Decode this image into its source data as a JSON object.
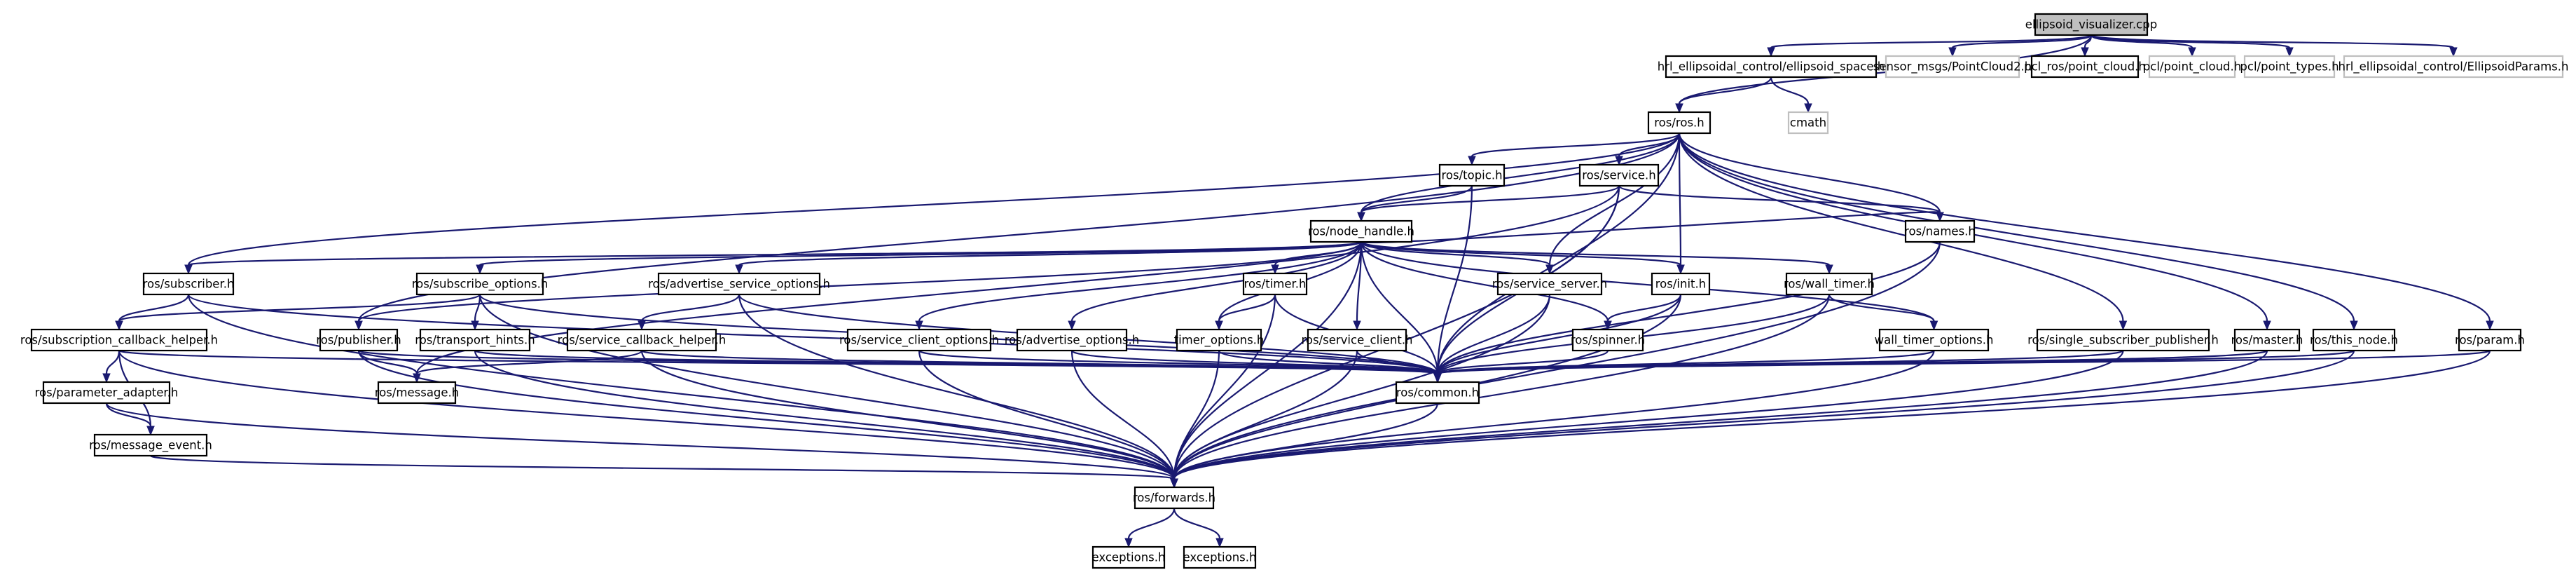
{
  "nodes": [
    {
      "id": "ellipsoid_visualizer",
      "label": "ellipsoid_visualizer.cpp",
      "style": "root"
    },
    {
      "id": "hrl_ellipsoid_space",
      "label": "hrl_ellipsoidal_control/ellipsoid_space.h",
      "style": "normal"
    },
    {
      "id": "sensor_pointcloud2",
      "label": "sensor_msgs/PointCloud2.h",
      "style": "gray"
    },
    {
      "id": "pcl_ros_point_cloud",
      "label": "pcl_ros/point_cloud.h",
      "style": "normal"
    },
    {
      "id": "pcl_point_cloud",
      "label": "pcl/point_cloud.h",
      "style": "gray"
    },
    {
      "id": "pcl_point_types",
      "label": "pcl/point_types.h",
      "style": "gray"
    },
    {
      "id": "ellipsoid_params",
      "label": "hrl_ellipsoidal_control/EllipsoidParams.h",
      "style": "gray"
    },
    {
      "id": "ros_ros",
      "label": "ros/ros.h",
      "style": "normal"
    },
    {
      "id": "cmath",
      "label": "cmath",
      "style": "gray"
    },
    {
      "id": "ros_topic",
      "label": "ros/topic.h",
      "style": "normal"
    },
    {
      "id": "ros_service",
      "label": "ros/service.h",
      "style": "normal"
    },
    {
      "id": "ros_node_handle",
      "label": "ros/node_handle.h",
      "style": "normal"
    },
    {
      "id": "ros_names",
      "label": "ros/names.h",
      "style": "normal"
    },
    {
      "id": "ros_subscriber",
      "label": "ros/subscriber.h",
      "style": "normal"
    },
    {
      "id": "ros_subscribe_options",
      "label": "ros/subscribe_options.h",
      "style": "normal"
    },
    {
      "id": "ros_advertise_service_options",
      "label": "ros/advertise_service_options.h",
      "style": "normal"
    },
    {
      "id": "ros_timer",
      "label": "ros/timer.h",
      "style": "normal"
    },
    {
      "id": "ros_service_server",
      "label": "ros/service_server.h",
      "style": "normal"
    },
    {
      "id": "ros_init",
      "label": "ros/init.h",
      "style": "normal"
    },
    {
      "id": "ros_wall_timer",
      "label": "ros/wall_timer.h",
      "style": "normal"
    },
    {
      "id": "ros_subscription_callback_helper",
      "label": "ros/subscription_callback_helper.h",
      "style": "normal"
    },
    {
      "id": "ros_publisher",
      "label": "ros/publisher.h",
      "style": "normal"
    },
    {
      "id": "ros_transport_hints",
      "label": "ros/transport_hints.h",
      "style": "normal"
    },
    {
      "id": "ros_service_callback_helper",
      "label": "ros/service_callback_helper.h",
      "style": "normal"
    },
    {
      "id": "ros_service_client_options",
      "label": "ros/service_client_options.h",
      "style": "normal"
    },
    {
      "id": "ros_advertise_options",
      "label": "ros/advertise_options.h",
      "style": "normal"
    },
    {
      "id": "timer_options",
      "label": "timer_options.h",
      "style": "normal"
    },
    {
      "id": "ros_service_client",
      "label": "ros/service_client.h",
      "style": "normal"
    },
    {
      "id": "ros_spinner",
      "label": "ros/spinner.h",
      "style": "normal"
    },
    {
      "id": "wall_timer_options",
      "label": "wall_timer_options.h",
      "style": "normal"
    },
    {
      "id": "ros_single_subscriber_publisher",
      "label": "ros/single_subscriber_publisher.h",
      "style": "normal"
    },
    {
      "id": "ros_master",
      "label": "ros/master.h",
      "style": "normal"
    },
    {
      "id": "ros_this_node",
      "label": "ros/this_node.h",
      "style": "normal"
    },
    {
      "id": "ros_param",
      "label": "ros/param.h",
      "style": "normal"
    },
    {
      "id": "ros_parameter_adapter",
      "label": "ros/parameter_adapter.h",
      "style": "normal"
    },
    {
      "id": "ros_message",
      "label": "ros/message.h",
      "style": "normal"
    },
    {
      "id": "ros_common",
      "label": "ros/common.h",
      "style": "normal"
    },
    {
      "id": "ros_message_event",
      "label": "ros/message_event.h",
      "style": "normal"
    },
    {
      "id": "ros_forwards",
      "label": "ros/forwards.h",
      "style": "normal"
    },
    {
      "id": "exceptions_1",
      "label": "exceptions.h",
      "style": "normal"
    },
    {
      "id": "exceptions_2",
      "label": "exceptions.h",
      "style": "normal"
    }
  ],
  "edges": [
    [
      "ellipsoid_visualizer",
      "hrl_ellipsoid_space"
    ],
    [
      "ellipsoid_visualizer",
      "sensor_pointcloud2"
    ],
    [
      "ellipsoid_visualizer",
      "pcl_ros_point_cloud"
    ],
    [
      "ellipsoid_visualizer",
      "pcl_point_cloud"
    ],
    [
      "ellipsoid_visualizer",
      "pcl_point_types"
    ],
    [
      "ellipsoid_visualizer",
      "ellipsoid_params"
    ],
    [
      "ellipsoid_visualizer",
      "ros_ros"
    ],
    [
      "hrl_ellipsoid_space",
      "ros_ros"
    ],
    [
      "hrl_ellipsoid_space",
      "cmath"
    ],
    [
      "ros_ros",
      "ros_topic"
    ],
    [
      "ros_ros",
      "ros_service"
    ],
    [
      "ros_ros",
      "ros_node_handle"
    ],
    [
      "ros_ros",
      "ros_names"
    ],
    [
      "ros_ros",
      "ros_subscriber"
    ],
    [
      "ros_ros",
      "ros_publisher"
    ],
    [
      "ros_ros",
      "ros_service_server"
    ],
    [
      "ros_ros",
      "ros_init"
    ],
    [
      "ros_ros",
      "ros_common"
    ],
    [
      "ros_ros",
      "ros_single_subscriber_publisher"
    ],
    [
      "ros_ros",
      "ros_master"
    ],
    [
      "ros_ros",
      "ros_this_node"
    ],
    [
      "ros_ros",
      "ros_param"
    ],
    [
      "ros_topic",
      "ros_node_handle"
    ],
    [
      "ros_topic",
      "ros_common"
    ],
    [
      "ros_service",
      "ros_node_handle"
    ],
    [
      "ros_service",
      "ros_names"
    ],
    [
      "ros_service",
      "ros_common"
    ],
    [
      "ros_service",
      "ros_forwards"
    ],
    [
      "ros_service",
      "ros_message"
    ],
    [
      "ros_node_handle",
      "ros_subscriber"
    ],
    [
      "ros_node_handle",
      "ros_subscribe_options"
    ],
    [
      "ros_node_handle",
      "ros_advertise_service_options"
    ],
    [
      "ros_node_handle",
      "ros_timer"
    ],
    [
      "ros_node_handle",
      "ros_service_server"
    ],
    [
      "ros_node_handle",
      "ros_init"
    ],
    [
      "ros_node_handle",
      "ros_wall_timer"
    ],
    [
      "ros_node_handle",
      "ros_publisher"
    ],
    [
      "ros_node_handle",
      "ros_service_client_options"
    ],
    [
      "ros_node_handle",
      "ros_advertise_options"
    ],
    [
      "ros_node_handle",
      "timer_options"
    ],
    [
      "ros_node_handle",
      "ros_service_client"
    ],
    [
      "ros_node_handle",
      "ros_spinner"
    ],
    [
      "ros_node_handle",
      "wall_timer_options"
    ],
    [
      "ros_node_handle",
      "ros_common"
    ],
    [
      "ros_node_handle",
      "ros_forwards"
    ],
    [
      "ros_node_handle",
      "ros_names"
    ],
    [
      "ros_names",
      "ros_common"
    ],
    [
      "ros_names",
      "ros_forwards"
    ],
    [
      "ros_subscriber",
      "ros_subscription_callback_helper"
    ],
    [
      "ros_subscriber",
      "ros_common"
    ],
    [
      "ros_subscriber",
      "ros_forwards"
    ],
    [
      "ros_subscribe_options",
      "ros_subscription_callback_helper"
    ],
    [
      "ros_subscribe_options",
      "ros_transport_hints"
    ],
    [
      "ros_subscribe_options",
      "ros_common"
    ],
    [
      "ros_subscribe_options",
      "ros_forwards"
    ],
    [
      "ros_advertise_service_options",
      "ros_service_callback_helper"
    ],
    [
      "ros_advertise_service_options",
      "ros_common"
    ],
    [
      "ros_advertise_service_options",
      "ros_forwards"
    ],
    [
      "ros_timer",
      "timer_options"
    ],
    [
      "ros_timer",
      "ros_common"
    ],
    [
      "ros_timer",
      "ros_forwards"
    ],
    [
      "ros_service_server",
      "ros_common"
    ],
    [
      "ros_service_server",
      "ros_forwards"
    ],
    [
      "ros_init",
      "ros_spinner"
    ],
    [
      "ros_init",
      "ros_common"
    ],
    [
      "ros_init",
      "ros_forwards"
    ],
    [
      "ros_wall_timer",
      "wall_timer_options"
    ],
    [
      "ros_wall_timer",
      "ros_common"
    ],
    [
      "ros_wall_timer",
      "ros_forwards"
    ],
    [
      "ros_subscription_callback_helper",
      "ros_parameter_adapter"
    ],
    [
      "ros_subscription_callback_helper",
      "ros_message_event"
    ],
    [
      "ros_subscription_callback_helper",
      "ros_common"
    ],
    [
      "ros_subscription_callback_helper",
      "ros_forwards"
    ],
    [
      "ros_publisher",
      "ros_message"
    ],
    [
      "ros_publisher",
      "ros_common"
    ],
    [
      "ros_publisher",
      "ros_forwards"
    ],
    [
      "ros_transport_hints",
      "ros_common"
    ],
    [
      "ros_transport_hints",
      "ros_forwards"
    ],
    [
      "ros_service_callback_helper",
      "ros_message"
    ],
    [
      "ros_service_callback_helper",
      "ros_common"
    ],
    [
      "ros_service_callback_helper",
      "ros_forwards"
    ],
    [
      "ros_service_client_options",
      "ros_common"
    ],
    [
      "ros_service_client_options",
      "ros_forwards"
    ],
    [
      "ros_advertise_options",
      "ros_common"
    ],
    [
      "ros_advertise_options",
      "ros_forwards"
    ],
    [
      "timer_options",
      "ros_common"
    ],
    [
      "timer_options",
      "ros_forwards"
    ],
    [
      "ros_service_client",
      "ros_common"
    ],
    [
      "ros_service_client",
      "ros_forwards"
    ],
    [
      "ros_spinner",
      "ros_common"
    ],
    [
      "wall_timer_options",
      "ros_common"
    ],
    [
      "wall_timer_options",
      "ros_forwards"
    ],
    [
      "ros_single_subscriber_publisher",
      "ros_common"
    ],
    [
      "ros_single_subscriber_publisher",
      "ros_forwards"
    ],
    [
      "ros_master",
      "ros_common"
    ],
    [
      "ros_master",
      "ros_forwards"
    ],
    [
      "ros_this_node",
      "ros_common"
    ],
    [
      "ros_this_node",
      "ros_forwards"
    ],
    [
      "ros_param",
      "ros_common"
    ],
    [
      "ros_param",
      "ros_forwards"
    ],
    [
      "ros_parameter_adapter",
      "ros_message_event"
    ],
    [
      "ros_parameter_adapter",
      "ros_forwards"
    ],
    [
      "ros_message_event",
      "ros_forwards"
    ],
    [
      "ros_common",
      "ros_forwards"
    ],
    [
      "ros_forwards",
      "exceptions_1"
    ],
    [
      "ros_forwards",
      "exceptions_2"
    ]
  ]
}
